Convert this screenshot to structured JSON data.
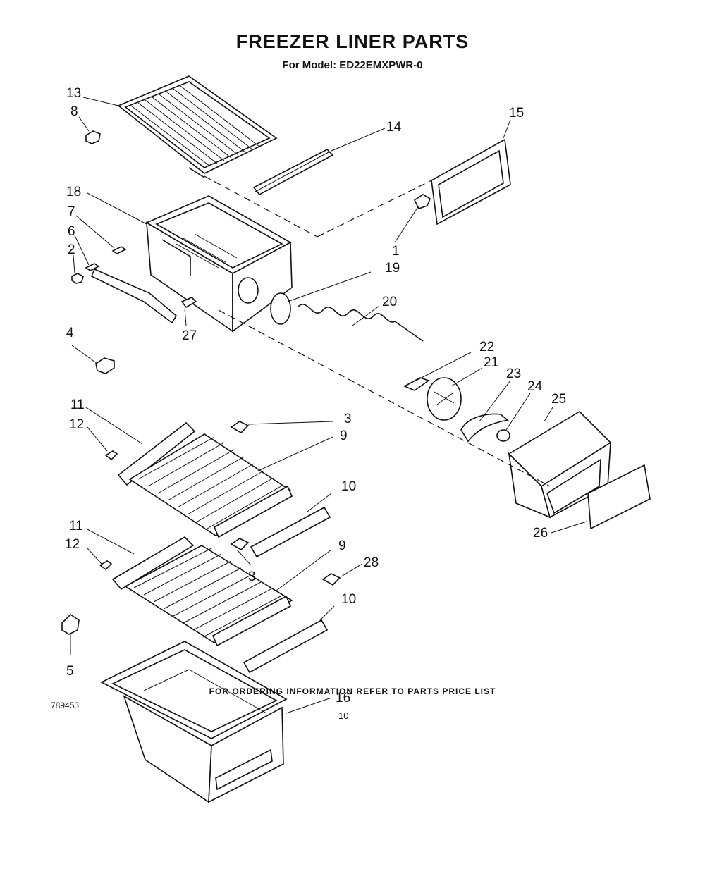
{
  "title": "FREEZER LINER PARTS",
  "subtitle": "For Model: ED22EMXPWR-0",
  "callouts": [
    "13",
    "8",
    "14",
    "15",
    "18",
    "7",
    "6",
    "2",
    "1",
    "19",
    "20",
    "27",
    "4",
    "22",
    "21",
    "23",
    "24",
    "25",
    "11",
    "12",
    "3",
    "9",
    "10",
    "11",
    "12",
    "9",
    "28",
    "3",
    "10",
    "26",
    "5",
    "16"
  ],
  "footer": "FOR ORDERING INFORMATION REFER TO PARTS PRICE LIST",
  "doc_number": "789453",
  "page_number": "10"
}
